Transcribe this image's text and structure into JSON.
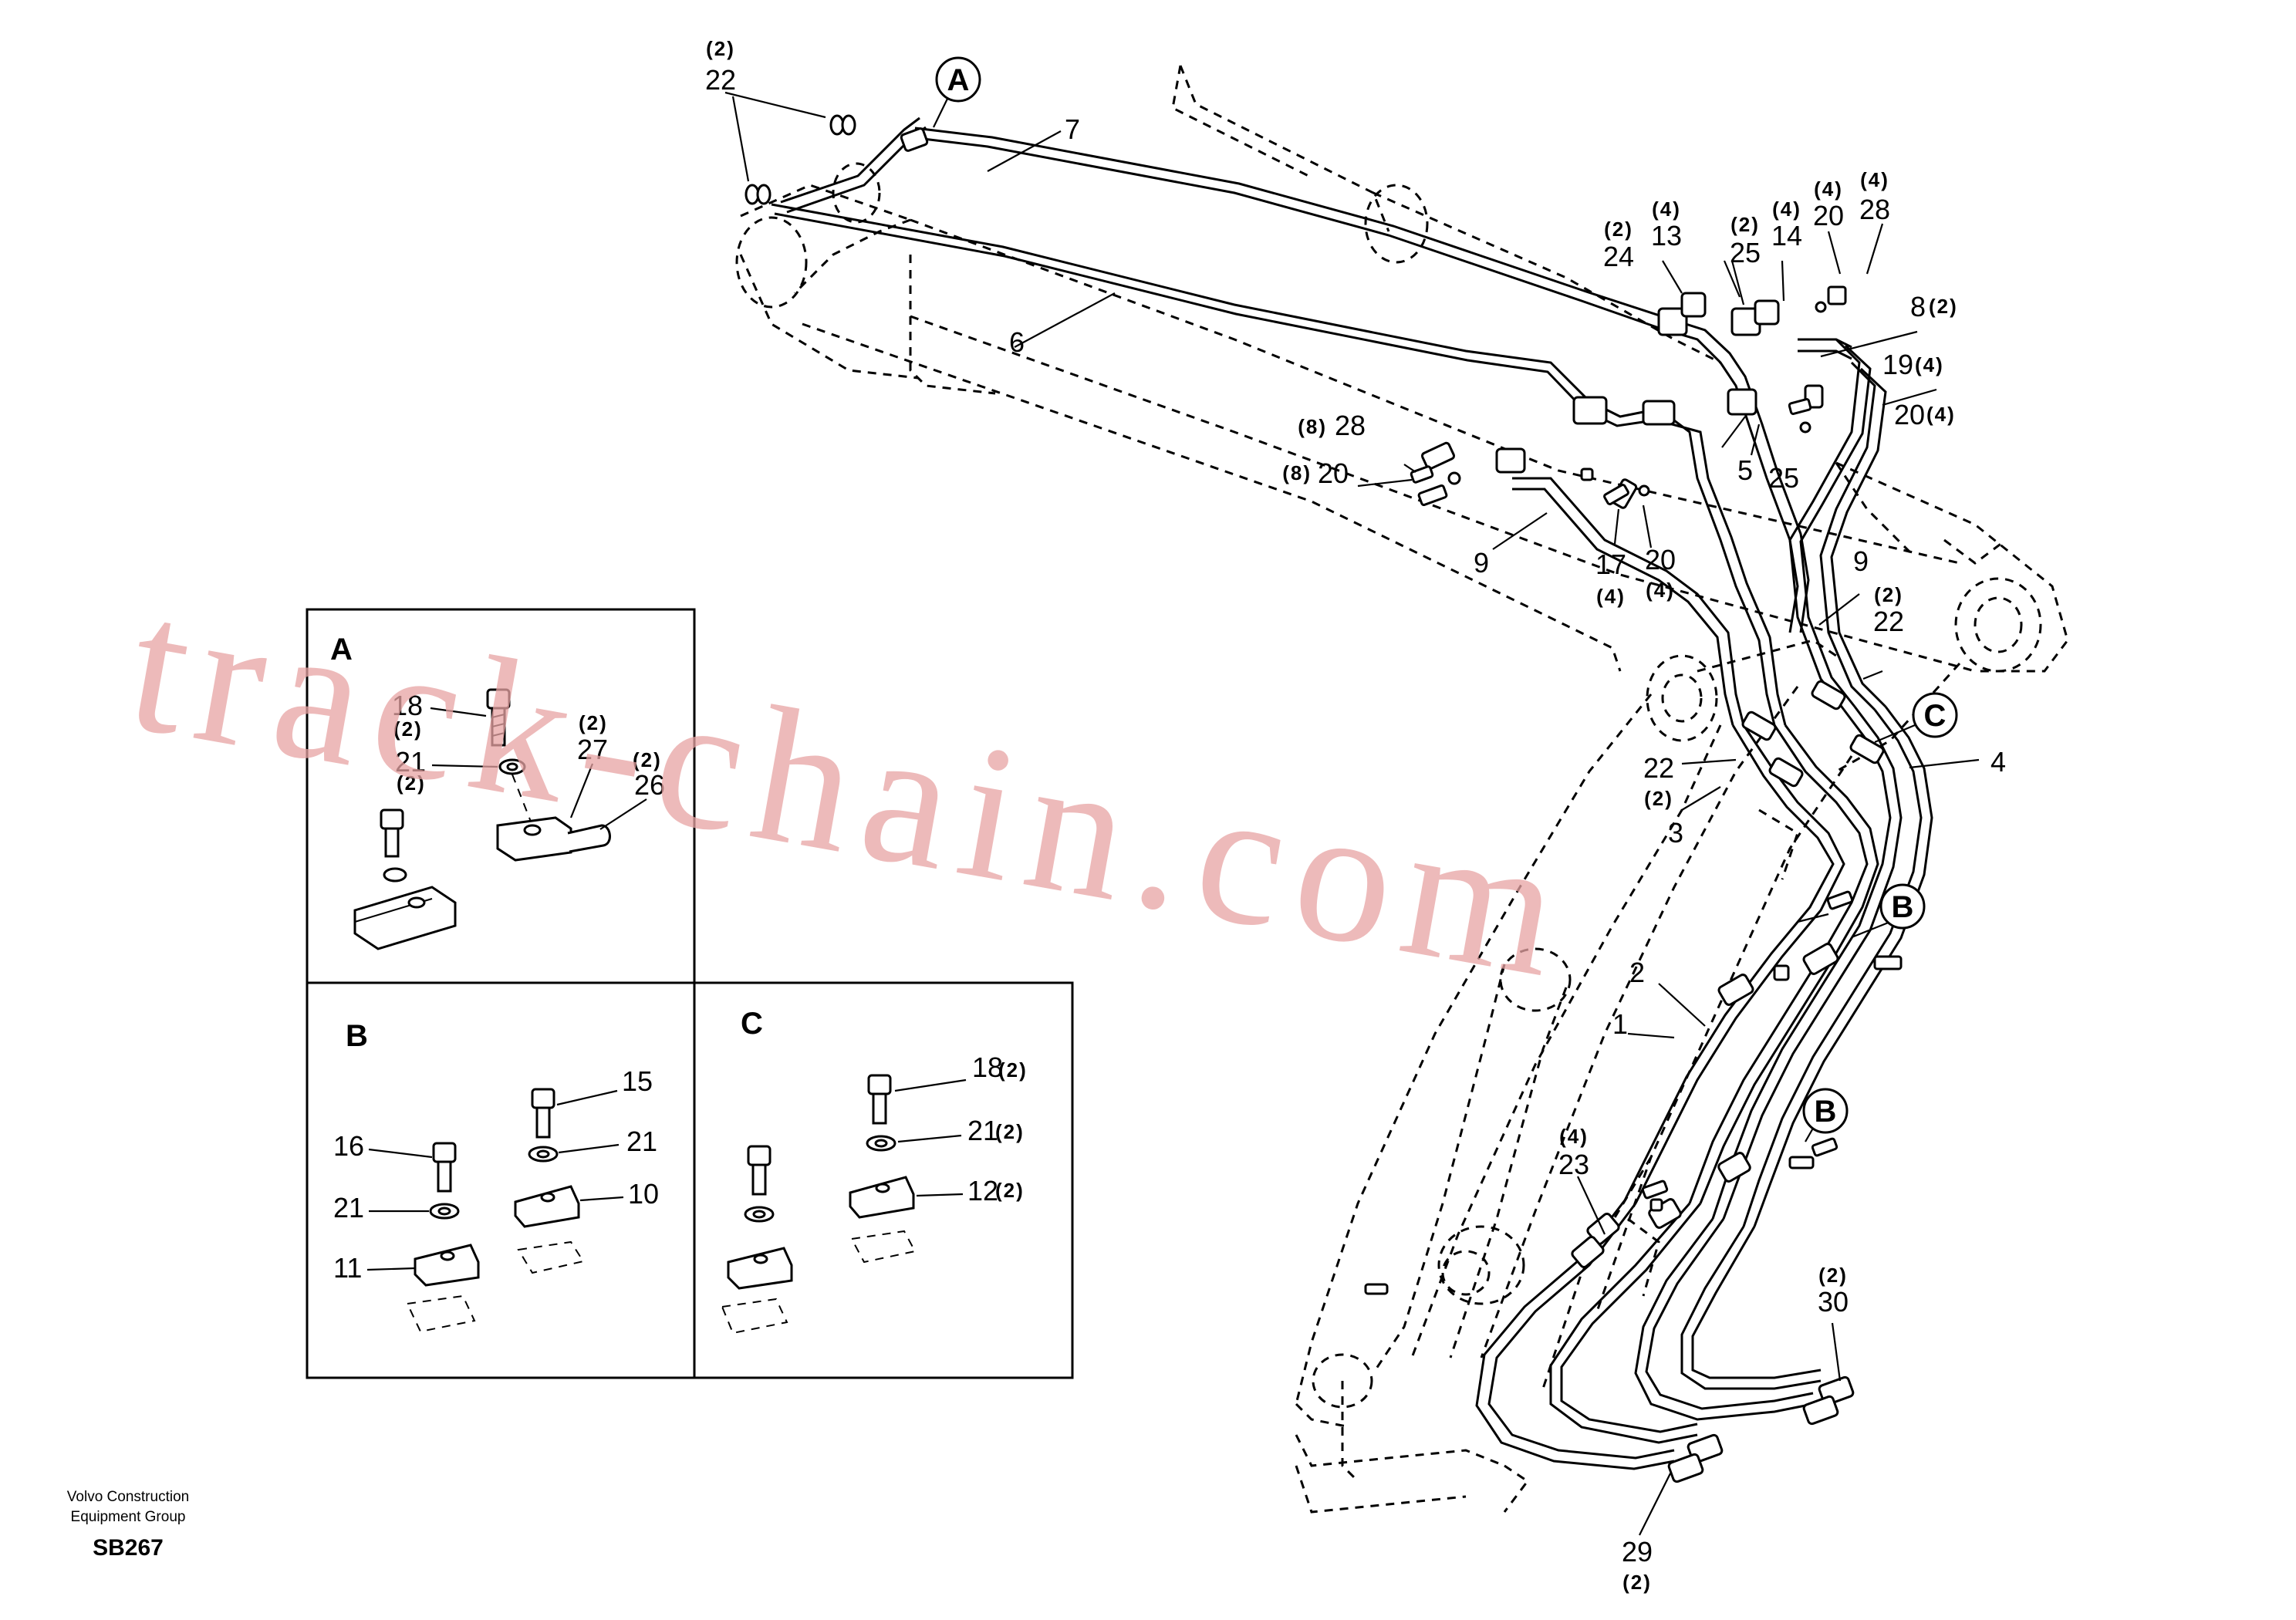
{
  "document": {
    "footer": {
      "company_line1": "Volvo Construction",
      "company_line2": "Equipment Group",
      "code": "SB267"
    },
    "watermark": "track-chain.com"
  },
  "detail_views": {
    "A": {
      "title": "A",
      "labels": [
        {
          "num": "18",
          "qty": "(2)"
        },
        {
          "num": "21",
          "qty": "(2)"
        },
        {
          "num": "27",
          "qty": "(2)"
        },
        {
          "num": "26",
          "qty": "(2)"
        }
      ]
    },
    "B": {
      "title": "B",
      "labels": [
        {
          "num": "15",
          "qty": ""
        },
        {
          "num": "21",
          "qty": ""
        },
        {
          "num": "10",
          "qty": ""
        },
        {
          "num": "16",
          "qty": ""
        },
        {
          "num": "21",
          "qty": ""
        },
        {
          "num": "11",
          "qty": ""
        }
      ]
    },
    "C": {
      "title": "C",
      "labels": [
        {
          "num": "18",
          "qty": "(2)"
        },
        {
          "num": "21",
          "qty": "(2)"
        },
        {
          "num": "12",
          "qty": "(2)"
        }
      ]
    }
  },
  "main_labels": {
    "l22_top": {
      "num": "22",
      "qty": "(2)"
    },
    "l7": {
      "num": "7"
    },
    "l6": {
      "num": "6"
    },
    "l28_left": {
      "num": "28",
      "qty": "(8)"
    },
    "l20_left": {
      "num": "20",
      "qty": "(8)"
    },
    "l9_left": {
      "num": "9"
    },
    "l24": {
      "num": "24",
      "qty": "(2)"
    },
    "l13": {
      "num": "13",
      "qty": "(4)"
    },
    "l25_top": {
      "num": "25",
      "qty": "(2)"
    },
    "l14": {
      "num": "14",
      "qty": "(4)"
    },
    "l20_top": {
      "num": "20",
      "qty": "(4)"
    },
    "l28_top": {
      "num": "28",
      "qty": "(4)"
    },
    "l8": {
      "num": "8",
      "qty": "(2)"
    },
    "l19": {
      "num": "19",
      "qty": "(4)"
    },
    "l20_right": {
      "num": "20",
      "qty": "(4)"
    },
    "l5": {
      "num": "5"
    },
    "l25_bottom": {
      "num": "25"
    },
    "l17": {
      "num": "17",
      "qty": "(4)"
    },
    "l20_mid": {
      "num": "20",
      "qty": "(4)"
    },
    "l9_right": {
      "num": "9"
    },
    "l22_right": {
      "num": "22",
      "qty": "(2)"
    },
    "l22_mid": {
      "num": "22",
      "qty": "(2)"
    },
    "l3": {
      "num": "3"
    },
    "l4": {
      "num": "4"
    },
    "l2": {
      "num": "2"
    },
    "l1": {
      "num": "1"
    },
    "l23": {
      "num": "23",
      "qty": "(4)"
    },
    "l30": {
      "num": "30",
      "qty": "(2)"
    },
    "l29": {
      "num": "29",
      "qty": "(2)"
    }
  },
  "callouts": [
    "A",
    "C",
    "B",
    "B"
  ]
}
